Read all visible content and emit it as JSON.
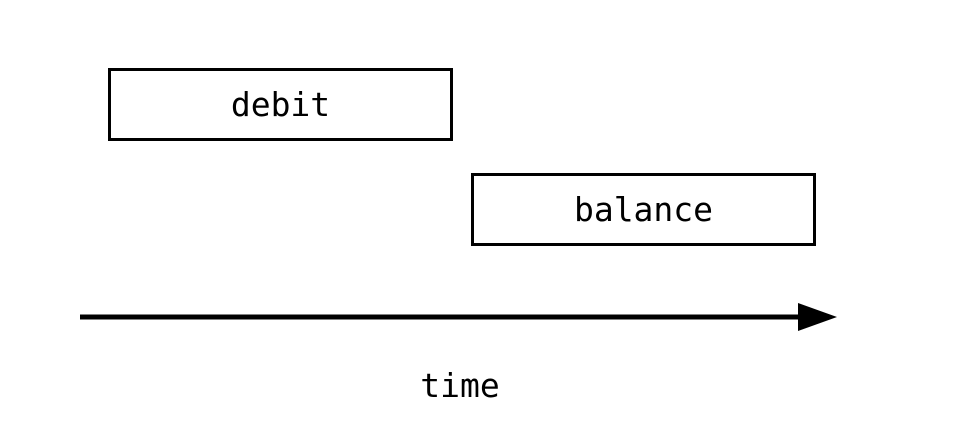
{
  "diagram": {
    "boxes": {
      "debit": "debit",
      "balance": "balance"
    },
    "axis": {
      "label": "time"
    }
  },
  "colors": {
    "stroke": "#000000",
    "background": "#ffffff"
  }
}
